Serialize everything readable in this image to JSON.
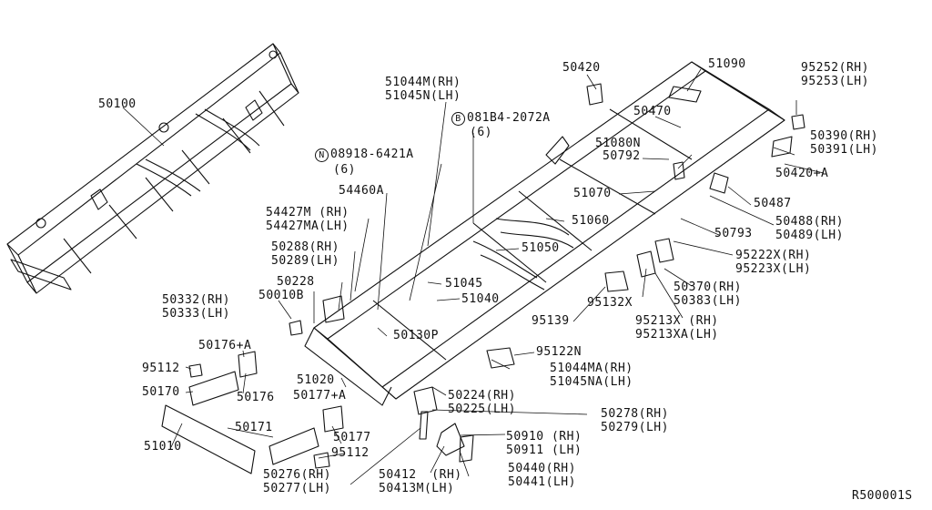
{
  "diagram": {
    "reference_code": "R500001S",
    "labels": [
      {
        "id": "l50100",
        "text": "50100"
      },
      {
        "id": "l50420",
        "text": "50420"
      },
      {
        "id": "l51090",
        "text": "51090"
      },
      {
        "id": "l95252",
        "text": "95252(RH)"
      },
      {
        "id": "l95253",
        "text": "95253(LH)"
      },
      {
        "id": "l51044m",
        "text": "51044M(RH)"
      },
      {
        "id": "l51045n",
        "text": "51045N(LH)"
      },
      {
        "id": "l081b4",
        "text": "081B4-2072A"
      },
      {
        "id": "l081b4q",
        "text": "(6)"
      },
      {
        "id": "l50470",
        "text": "50470"
      },
      {
        "id": "l50390",
        "text": "50390(RH)"
      },
      {
        "id": "l50391",
        "text": "50391(LH)"
      },
      {
        "id": "l51080n",
        "text": "51080N"
      },
      {
        "id": "l50792",
        "text": "50792"
      },
      {
        "id": "l50420a",
        "text": "50420+A"
      },
      {
        "id": "l08918",
        "text": "08918-6421A"
      },
      {
        "id": "l08918q",
        "text": "(6)"
      },
      {
        "id": "l51070",
        "text": "51070"
      },
      {
        "id": "l50487",
        "text": "50487"
      },
      {
        "id": "l54460a",
        "text": "54460A"
      },
      {
        "id": "l54427m",
        "text": "54427M (RH)"
      },
      {
        "id": "l54427ma",
        "text": "54427MA(LH)"
      },
      {
        "id": "l51060",
        "text": "51060"
      },
      {
        "id": "l50488",
        "text": "50488(RH)"
      },
      {
        "id": "l50489",
        "text": "50489(LH)"
      },
      {
        "id": "l50793",
        "text": "50793"
      },
      {
        "id": "l50288",
        "text": "50288(RH)"
      },
      {
        "id": "l50289",
        "text": "50289(LH)"
      },
      {
        "id": "l51050",
        "text": "51050"
      },
      {
        "id": "l95222x",
        "text": "95222X(RH)"
      },
      {
        "id": "l95223x",
        "text": "95223X(LH)"
      },
      {
        "id": "l50228",
        "text": "50228"
      },
      {
        "id": "l51045",
        "text": "51045"
      },
      {
        "id": "l50370",
        "text": "50370(RH)"
      },
      {
        "id": "l50383",
        "text": "50383(LH)"
      },
      {
        "id": "l50332",
        "text": "50332(RH)"
      },
      {
        "id": "l50333",
        "text": "50333(LH)"
      },
      {
        "id": "l50010b",
        "text": "50010B"
      },
      {
        "id": "l51040",
        "text": "51040"
      },
      {
        "id": "l95132x",
        "text": "95132X"
      },
      {
        "id": "l95139",
        "text": "95139"
      },
      {
        "id": "l95213x",
        "text": "95213X (RH)"
      },
      {
        "id": "l95213xa",
        "text": "95213XA(LH)"
      },
      {
        "id": "l50130p",
        "text": "50130P"
      },
      {
        "id": "l50176a",
        "text": "50176+A"
      },
      {
        "id": "l95122n",
        "text": "95122N"
      },
      {
        "id": "l95112a",
        "text": "95112"
      },
      {
        "id": "l51044ma",
        "text": "51044MA(RH)"
      },
      {
        "id": "l51045na",
        "text": "51045NA(LH)"
      },
      {
        "id": "l50170",
        "text": "50170"
      },
      {
        "id": "l50176",
        "text": "50176"
      },
      {
        "id": "l51020",
        "text": "51020"
      },
      {
        "id": "l50177a",
        "text": "50177+A"
      },
      {
        "id": "l50224",
        "text": "50224(RH)"
      },
      {
        "id": "l50225",
        "text": "50225(LH)"
      },
      {
        "id": "l50278",
        "text": "50278(RH)"
      },
      {
        "id": "l50279",
        "text": "50279(LH)"
      },
      {
        "id": "l50171",
        "text": "50171"
      },
      {
        "id": "l50177",
        "text": "50177"
      },
      {
        "id": "l51010",
        "text": "51010"
      },
      {
        "id": "l95112b",
        "text": "95112"
      },
      {
        "id": "l50910",
        "text": "50910 (RH)"
      },
      {
        "id": "l50911",
        "text": "50911 (LH)"
      },
      {
        "id": "l50276",
        "text": "50276(RH)"
      },
      {
        "id": "l50277",
        "text": "50277(LH)"
      },
      {
        "id": "l50412",
        "text": "50412  (RH)"
      },
      {
        "id": "l50413m",
        "text": "50413M(LH)"
      },
      {
        "id": "l50440",
        "text": "50440(RH)"
      },
      {
        "id": "l50441",
        "text": "50441(LH)"
      }
    ],
    "markers": {
      "n": "N",
      "b": "B"
    }
  }
}
